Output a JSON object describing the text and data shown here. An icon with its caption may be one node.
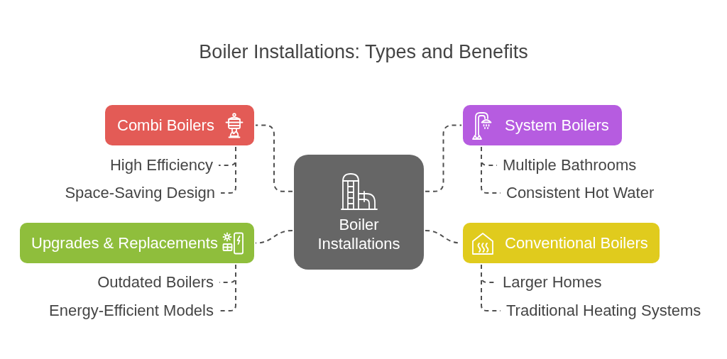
{
  "diagram": {
    "title": "Boiler Installations: Types and Benefits",
    "nodes": [
      {
        "text": [
          "Boiler Installations"
        ]
      },
      {
        "text": [
          "Combi Boilers"
        ]
      },
      {
        "text": [
          "High Efficiency"
        ]
      },
      {
        "text": [
          "Space-Saving Design"
        ]
      },
      {
        "text": [
          "System Boilers"
        ]
      },
      {
        "text": [
          "Multiple Bathrooms"
        ]
      },
      {
        "text": [
          "Consistent Hot Water"
        ]
      },
      {
        "text": [
          "Upgrades & Replacements"
        ]
      },
      {
        "text": [
          "Outdated Boilers"
        ]
      },
      {
        "text": [
          "Energy-Efficient Models"
        ]
      },
      {
        "text": [
          "Conventional Boilers"
        ]
      },
      {
        "text": [
          "Larger Homes"
        ]
      },
      {
        "text": [
          "Traditional Heating Systems"
        ]
      }
    ],
    "edges": [
      {
        "from": 0,
        "to": 1,
        "arrow": "none",
        "style": "dashed"
      },
      {
        "from": 1,
        "to": 2,
        "arrow": "none",
        "style": "dashed"
      },
      {
        "from": 1,
        "to": 3,
        "arrow": "none",
        "style": "dashed"
      },
      {
        "from": 0,
        "to": 4,
        "arrow": "none",
        "style": "dashed"
      },
      {
        "from": 4,
        "to": 5,
        "arrow": "none",
        "style": "dashed"
      },
      {
        "from": 4,
        "to": 6,
        "arrow": "none",
        "style": "dashed"
      },
      {
        "from": 0,
        "to": 7,
        "arrow": "none",
        "style": "dashed"
      },
      {
        "from": 7,
        "to": 8,
        "arrow": "none",
        "style": "dashed"
      },
      {
        "from": 7,
        "to": 9,
        "arrow": "none",
        "style": "dashed"
      },
      {
        "from": 0,
        "to": 10,
        "arrow": "none",
        "style": "dashed"
      },
      {
        "from": 10,
        "to": 11,
        "arrow": "none",
        "style": "dashed"
      },
      {
        "from": 10,
        "to": 12,
        "arrow": "none",
        "style": "dashed"
      }
    ]
  }
}
